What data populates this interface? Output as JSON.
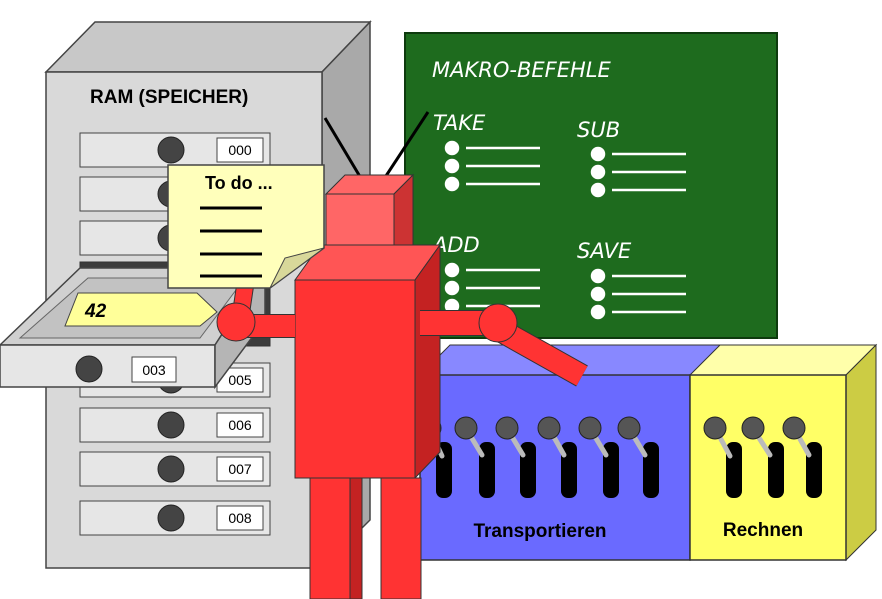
{
  "ram": {
    "title": "RAM (SPEICHER)",
    "slots": [
      "000",
      "",
      "",
      "",
      "003",
      "005",
      "006",
      "007",
      "008"
    ],
    "open_drawer_label": "003",
    "open_drawer_value": "42"
  },
  "note": {
    "title": "To do ..."
  },
  "board": {
    "title": "MAKRO-BEFEHLE",
    "commands": [
      "TAKE",
      "SUB",
      "ADD",
      "SAVE"
    ]
  },
  "machine": {
    "transport_label": "Transportieren",
    "compute_label": "Rechnen"
  },
  "colors": {
    "robot": "#ff3333",
    "board": "#1e6b1e",
    "transport": "#6a6aff",
    "compute": "#ffff66",
    "cabinet": "#d9d9d9"
  }
}
